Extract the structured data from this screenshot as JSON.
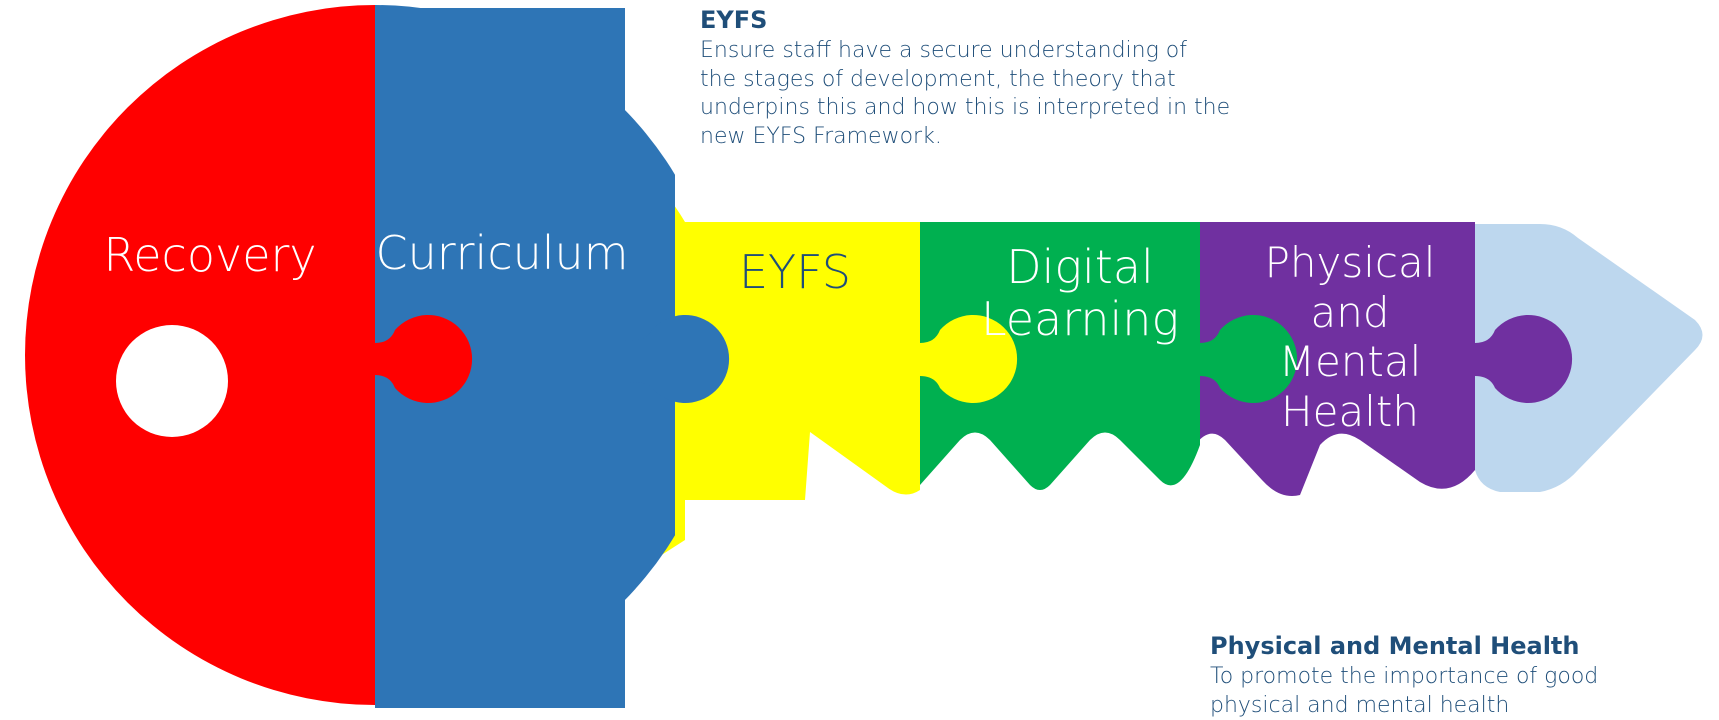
{
  "pieces": [
    {
      "id": "recovery",
      "label": "Recovery",
      "color": "#ff0000"
    },
    {
      "id": "curriculum",
      "label": "Curriculum",
      "color": "#2e75b6"
    },
    {
      "id": "eyfs",
      "label": "EYFS",
      "color": "#ffff00"
    },
    {
      "id": "digital",
      "label_lines": [
        "Digital",
        "Learning"
      ],
      "color": "#00b050"
    },
    {
      "id": "health",
      "label_lines": [
        "Physical",
        "and",
        "Mental",
        "Health"
      ],
      "color": "#7030a0"
    },
    {
      "id": "tip",
      "color": "#bdd7ee"
    }
  ],
  "callouts": [
    {
      "heading": "EYFS",
      "body_lines": [
        "Ensure staff have a secure understanding of",
        "the stages of development, the theory that",
        "underpins this and how this is interpreted in the",
        "new EYFS Framework."
      ]
    },
    {
      "heading": "Physical and Mental Health",
      "body_lines": [
        "To promote the importance of good",
        "physical and mental health"
      ]
    }
  ]
}
